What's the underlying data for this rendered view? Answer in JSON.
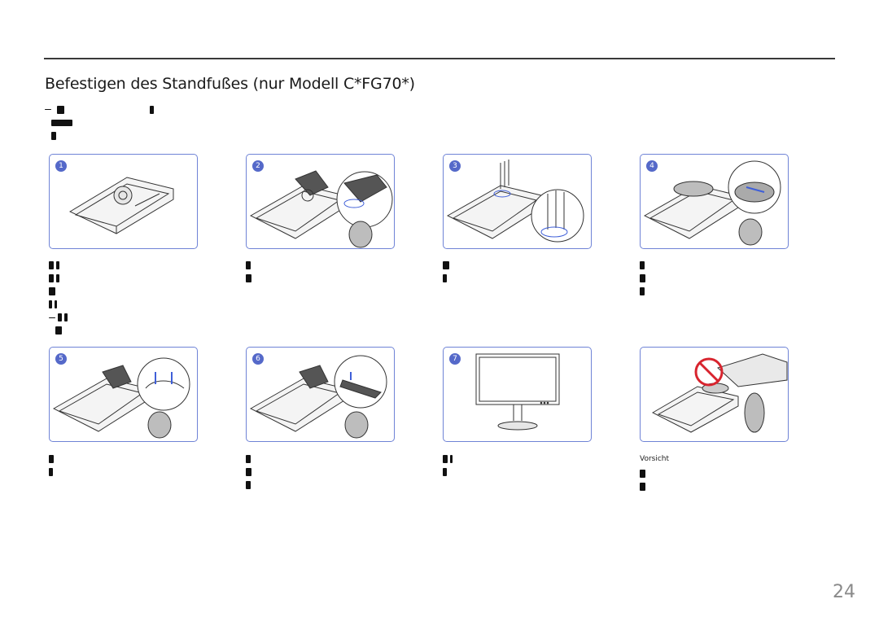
{
  "page": {
    "title": "Befestigen des Standfußes (nur Modell C*FG70*)",
    "page_number": "24",
    "caution_label": "Vorsicht"
  },
  "panels": [
    {
      "step": "1",
      "icon": "monitor-back-face-down-icon"
    },
    {
      "step": "2",
      "icon": "stand-neck-insert-icon"
    },
    {
      "step": "3",
      "icon": "screws-fasten-icon"
    },
    {
      "step": "4",
      "icon": "stand-base-attach-icon"
    },
    {
      "step": "5",
      "icon": "stand-press-down-icon"
    },
    {
      "step": "6",
      "icon": "cover-attach-icon"
    },
    {
      "step": "7",
      "icon": "monitor-upright-icon"
    },
    {
      "step": "",
      "icon": "prohibited-lift-by-stand-icon"
    }
  ],
  "colors": {
    "frame_border": "#6f83d6",
    "badge": "#5569c9",
    "accent_blue": "#3f5fd8",
    "prohibit_red": "#d8242e",
    "rule": "#3a3a3a"
  }
}
